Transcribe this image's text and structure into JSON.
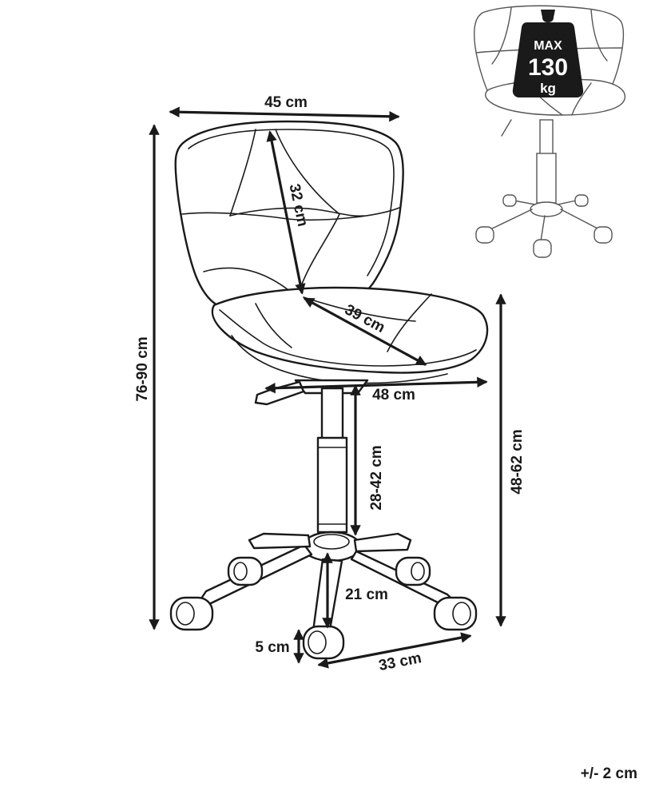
{
  "dimensions": {
    "back_width": "45 cm",
    "backrest_height": "32 cm",
    "seat_depth": "39 cm",
    "seat_width": "48 cm",
    "total_height": "76-90 cm",
    "seat_height": "48-62 cm",
    "gas_lift_height": "28-42 cm",
    "base_height": "21 cm",
    "caster_height": "5 cm",
    "base_radius": "33 cm"
  },
  "max_load": {
    "line1": "MAX",
    "line2": "130",
    "line3": "kg"
  },
  "tolerance": "+/- 2 cm"
}
